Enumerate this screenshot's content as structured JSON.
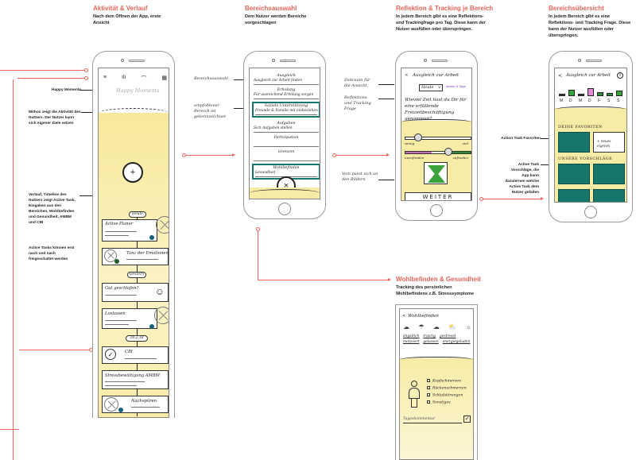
{
  "sections": [
    {
      "title": "Aktivität & Verlauf",
      "description": "Nach dem Öffnen der App, erste Ansicht"
    },
    {
      "title": "Bereichsauswahl",
      "description": "Dem Nutzer werden Bereiche vorgeschlagen"
    },
    {
      "title": "Reflektion & Tracking je Bereich",
      "description": "In jedem Bereich gibt es eine Reflektions- und Trackingfrage pro Tag. Diese kann der Nutzer ausfüllen oder überspringen."
    },
    {
      "title": "Bereichsübersicht",
      "description": "In jedem Bereich gibt es eine Reflektions- und Tracking Frage. Diese kann der Nutzer ausfüllen oder überspringen."
    },
    {
      "title": "Wohlbefinden & Gesundheit",
      "description": "Tracking des persönlichen Wohlbefindens z.B. Stresssymptome"
    }
  ],
  "annotations": {
    "screen1": [
      "Happy Moments",
      "Mithos zeigt die Aktivität des Nutzers. Der Nutzer kann sich eigener Ziele setzen",
      "Verlauf, Timeline des Nutzers zeigt Active Task, Eingaben aus den Bereichen, Wohlbefinden und Gesundheit, AMBM und CBI",
      "Active Tasks können erst nach und nach freigeschaltet werden"
    ],
    "screen2": [
      "Bereichsauswahl",
      "empfohlener Bereich ist gekennzeichnet"
    ],
    "screen3": [
      "Zeitraum für die Ansicht",
      "Reflektions- und Tracking Frage",
      "Vom passt sich an den Bildern"
    ],
    "screen4": [
      "Action Task Favoriten",
      "Active Task Vorschläge, die App kann dazulernen welche Active Task dem Nutzer gefallen"
    ]
  },
  "phone1": {
    "header_icons": [
      "menu-icon",
      "chart-icon",
      "wave-icon",
      "calendar-icon"
    ],
    "title": "Happy Moments",
    "add_label": "+",
    "timeline": {
      "tag_today": "Heute",
      "tag_yesterday": "Gestern",
      "tag_date": "28.2.18",
      "items": [
        "Active Planer",
        "Tanz der Emotionen",
        "Gut geschlafen?",
        "Loslassen",
        "CBI",
        "Stressbewältigung AMBM",
        "Nachspüren"
      ]
    }
  },
  "phone2": {
    "items": [
      {
        "title": "Ausgleich",
        "sub": "Ausgleich zur Arbeit finden",
        "highlight": false
      },
      {
        "title": "Erholung",
        "sub": "Für ausreichend Erholung sorgen",
        "highlight": false
      },
      {
        "title": "Soziale Unterstützung",
        "sub": "Freunde & Familie mit einbeziehen",
        "highlight": true
      },
      {
        "title": "Aufgaben",
        "sub": "Sich Aufgaben stellen",
        "highlight": false
      },
      {
        "title": "Partizipation",
        "sub": "",
        "highlight": false
      },
      {
        "title": "Grenzen",
        "sub": "",
        "highlight": false
      },
      {
        "title": "Wohlbefinden",
        "sub": "Gesundheit",
        "highlight": true
      }
    ],
    "close_label": "×"
  },
  "phone3": {
    "back_label": "<",
    "title": "Ausgleich zur Arbeit",
    "dropdown_value": "Heute",
    "hint": "letzten 5 Tage",
    "question": "Wieviel Zeit hast du Dir für eine erfüllende Freizeitbeschäftigung genommen?",
    "slider1": {
      "left": "wenig",
      "right": "viel",
      "value": 0.2
    },
    "slider2": {
      "left": "unzufrieden",
      "right": "zufrieden",
      "value": 0.65
    },
    "next_label": "WEITER"
  },
  "phone4": {
    "back_label": "<",
    "title": "Ausgleich zur Arbeit",
    "info_label": "i",
    "days": [
      "M",
      "D",
      "M",
      "D",
      "F",
      "S",
      "S"
    ],
    "favorites_label": "DEINE FAVORITEN",
    "add_favorite_label": "+ neues eigenes",
    "suggestions_label": "UNSERE VORSCHLÄGE"
  },
  "phone5": {
    "back_label": "<",
    "title": "Wohlbefinden",
    "moods": [
      "ängstlich",
      "traurig",
      "gestresst",
      "motiviert",
      "gelassen",
      "energiegeladen"
    ],
    "symptoms": [
      "Kopfschmerzen",
      "Rückenschmerzen",
      "Schlafstörungen",
      "Sonstiges"
    ],
    "comment_placeholder": "Tageskommentar"
  }
}
